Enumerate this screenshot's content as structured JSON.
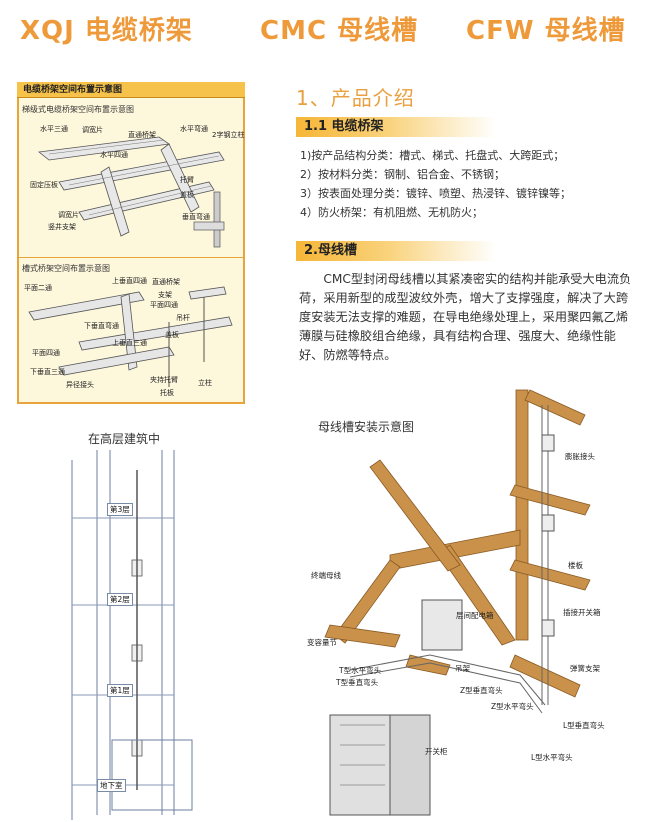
{
  "header": {
    "title1": "XQJ 电缆桥架",
    "title2": "CMC 母线槽",
    "title3": "CFW 母线槽"
  },
  "left_panel": {
    "title": "电缆桥架空间布置示意图",
    "sub1": "梯级式电缆桥架空间布置示意图",
    "sub2": "槽式桥架空间布置示意图",
    "labels1": [
      "水平三通",
      "调宽片",
      "直通桥架",
      "水平弯通",
      "2字钢立柱",
      "水平四通",
      "固定压板",
      "托臂",
      "盖板",
      "调宽片",
      "竖井支架",
      "垂直弯通"
    ],
    "labels2": [
      "上垂直四通",
      "直通桥架",
      "平面二通",
      "支架",
      "平面四通",
      "吊杆",
      "下垂直弯通",
      "上垂直三通",
      "盖板",
      "平面四通",
      "下垂直三通",
      "夹持托臂",
      "立柱",
      "异径接头",
      "托板"
    ]
  },
  "building": {
    "title": "在高层建筑中",
    "floors": [
      "第3层",
      "第2层",
      "第1层",
      "地下室"
    ]
  },
  "intro": {
    "heading": "1、产品介绍",
    "sec1_title": "1.1 电缆桥架",
    "items": [
      "1)按产品结构分类：槽式、梯式、托盘式、大跨距式；",
      "2）按材料分类：钢制、铝合金、不锈钢；",
      "3）按表面处理分类：镀锌、喷塑、热浸锌、镀锌镍等；",
      "4）防火桥架：有机阻燃、无机防火；"
    ],
    "sec2_title": "2.母线槽",
    "paragraph": "CMC型封闭母线槽以其紧凑密实的结构并能承受大电流负荷，采用新型的成型波纹外壳，增大了支撑强度，解决了大跨度安装无法支撑的难题，在导电绝缘处理上，采用聚四氟乙烯薄膜与硅橡胶组合绝缘，具有结构合理、强度大、绝缘性能好、防燃等特点。"
  },
  "busway": {
    "title": "母线槽安装示意图",
    "labels": [
      "膨胀接头",
      "楼板",
      "插接开关箱",
      "弹簧支架",
      "终端母线",
      "层间配电箱",
      "变容量节",
      "T型水平弯头",
      "T型垂直弯头",
      "吊架",
      "Z型垂直弯头",
      "Z型水平弯头",
      "L型垂直弯头",
      "L型水平弯头",
      "开关柜"
    ]
  },
  "colors": {
    "accent": "#ee9a3a",
    "panel_bg": "#fdf7dc",
    "bar": "#f6b637",
    "beam": "#c9914a"
  }
}
